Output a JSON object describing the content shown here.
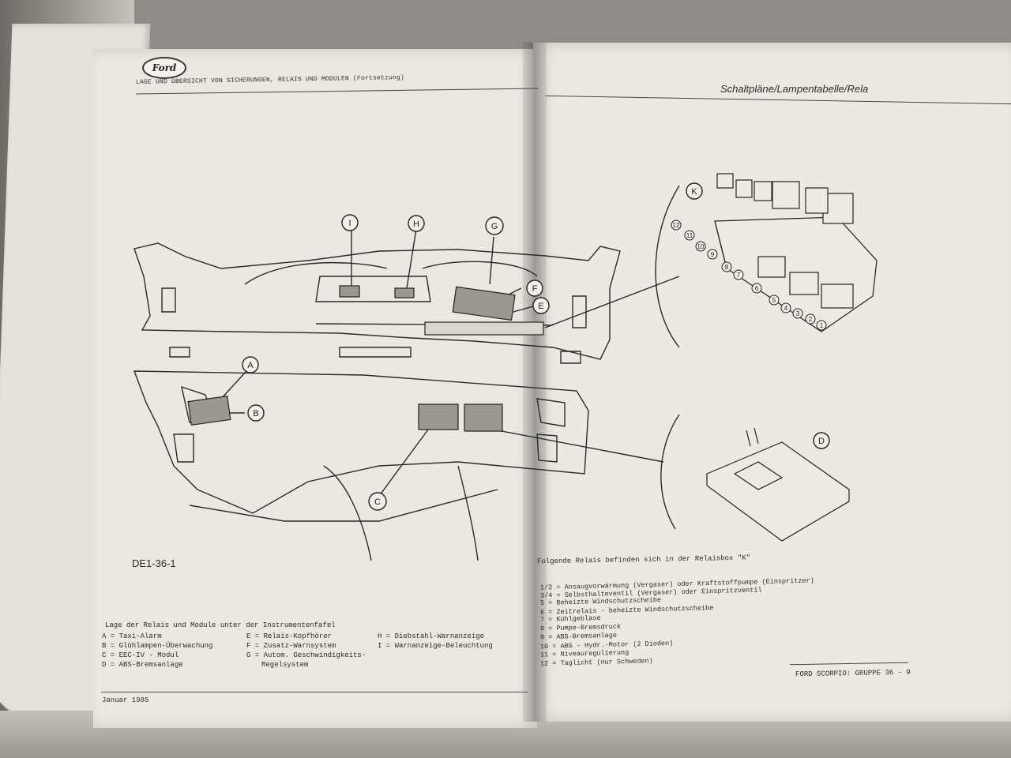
{
  "header": {
    "left_title": "LAGE UND ÜBERSICHT VON SICHERUNGEN, RELAIS UND MODULEN (Fortsetzung)",
    "right_title": "Schaltpläne/Lampentabelle/Rela",
    "logo_text": "Ford"
  },
  "figure": {
    "code": "DE1-36-1",
    "callouts": [
      "A",
      "B",
      "C",
      "D",
      "E",
      "F",
      "G",
      "H",
      "I",
      "K"
    ],
    "relay_numbers": [
      "1",
      "2",
      "3",
      "4",
      "5",
      "6",
      "7",
      "8",
      "9",
      "10",
      "11",
      "12"
    ]
  },
  "legend": {
    "title": "Lage der Relais und Module unter der Instrumentenfafel",
    "col1": [
      "A = Taxi-Alarm",
      "B = Glühlampen-Überwachung",
      "C = EEC-IV - Modul",
      "D = ABS-Bremsanlage"
    ],
    "col2": [
      "E = Relais-Kopfhörer",
      "F = Zusatz-Warnsystem",
      "G = Autom. Geschwindigkeits-",
      "Regelsystem"
    ],
    "col3": [
      "H = Diebstahl-Warnanzeige",
      "I = Warnanzeige-Beleuchtung"
    ]
  },
  "relais": {
    "title": "Folgende Relais befinden sich in der Relaisbox \"K\"",
    "items": [
      "1/2  = Ansaugvorwärmung (Vergaser) oder Kraftstoffpumpe (Einspritzer)",
      "3/4  = Selbsthalteventil (Vergaser) oder Einspritzventil",
      "5    = Beheizte Windschutzscheibe",
      "6    = Zeitrelais - beheizte Windschutzscheibe",
      "7    = Kühlgeblase",
      "8    = Pumpe-Bremsdruck",
      "9    = ABS-Bremsanlage",
      "10   = ABS - Hydr.-Motor (2 Dioden)",
      "11   = Niveauregulierung",
      "12   = Taglicht (nur Schweden)"
    ]
  },
  "footer": {
    "date": "Januar 1985",
    "page_ref": "FORD SCORPIO: GRUPPE 36 - 9"
  }
}
